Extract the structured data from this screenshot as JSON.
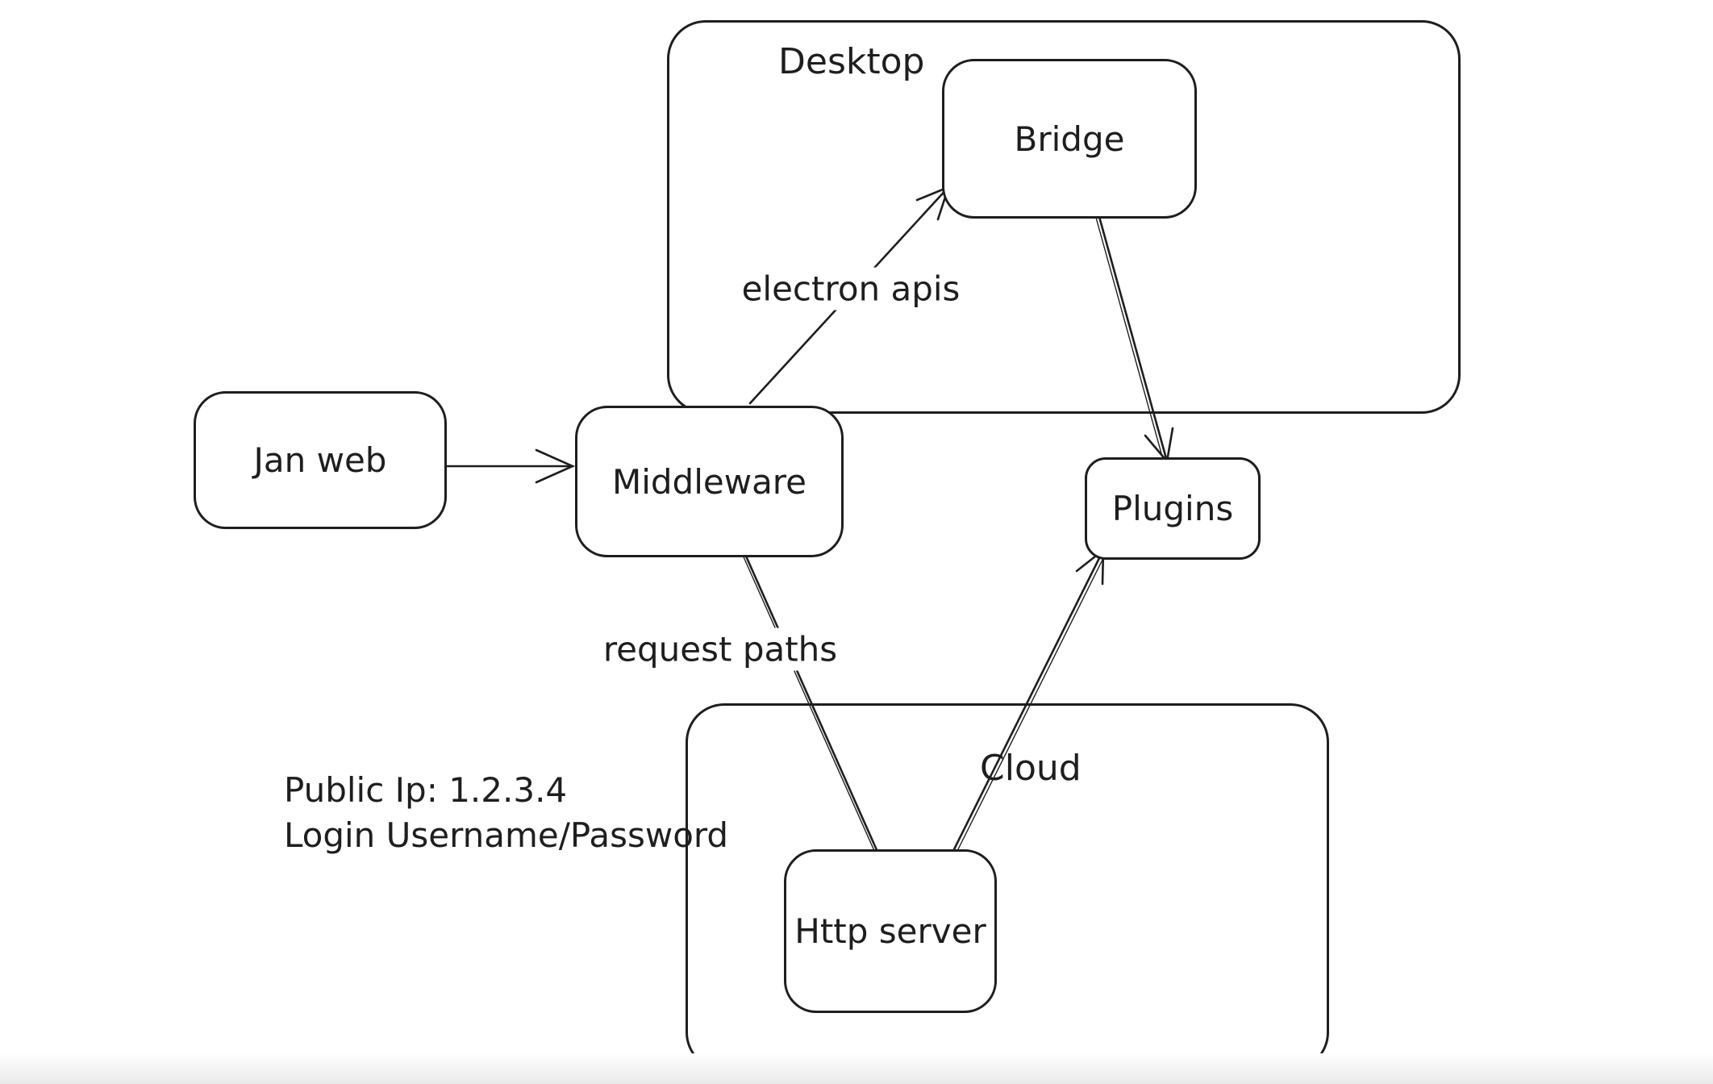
{
  "canvas": {
    "background": "#ffffff",
    "stroke_color": "#1e1e1e",
    "bottom_shade_color": "#e9e9e9",
    "style": "hand-drawn whiteboard diagram"
  },
  "containers": [
    {
      "id": "desktop",
      "label": "Desktop"
    },
    {
      "id": "cloud",
      "label": "Cloud"
    }
  ],
  "nodes": [
    {
      "id": "jan-web",
      "label": "Jan web"
    },
    {
      "id": "middleware",
      "label": "Middleware"
    },
    {
      "id": "bridge",
      "label": "Bridge"
    },
    {
      "id": "plugins",
      "label": "Plugins"
    },
    {
      "id": "http-server",
      "label": "Http server"
    }
  ],
  "edges": [
    {
      "from": "jan-web",
      "to": "middleware",
      "label": "",
      "arrowhead": "end"
    },
    {
      "from": "middleware",
      "to": "bridge",
      "label": "electron apis",
      "arrowhead": "end"
    },
    {
      "from": "bridge",
      "to": "plugins",
      "label": "",
      "arrowhead": "end"
    },
    {
      "from": "middleware",
      "to": "http-server",
      "label": "request paths",
      "arrowhead": "none"
    },
    {
      "from": "http-server",
      "to": "plugins",
      "label": "",
      "arrowhead": "end"
    }
  ],
  "notes": {
    "line1": "Public Ip: 1.2.3.4",
    "line2": "Login Username/Password"
  }
}
